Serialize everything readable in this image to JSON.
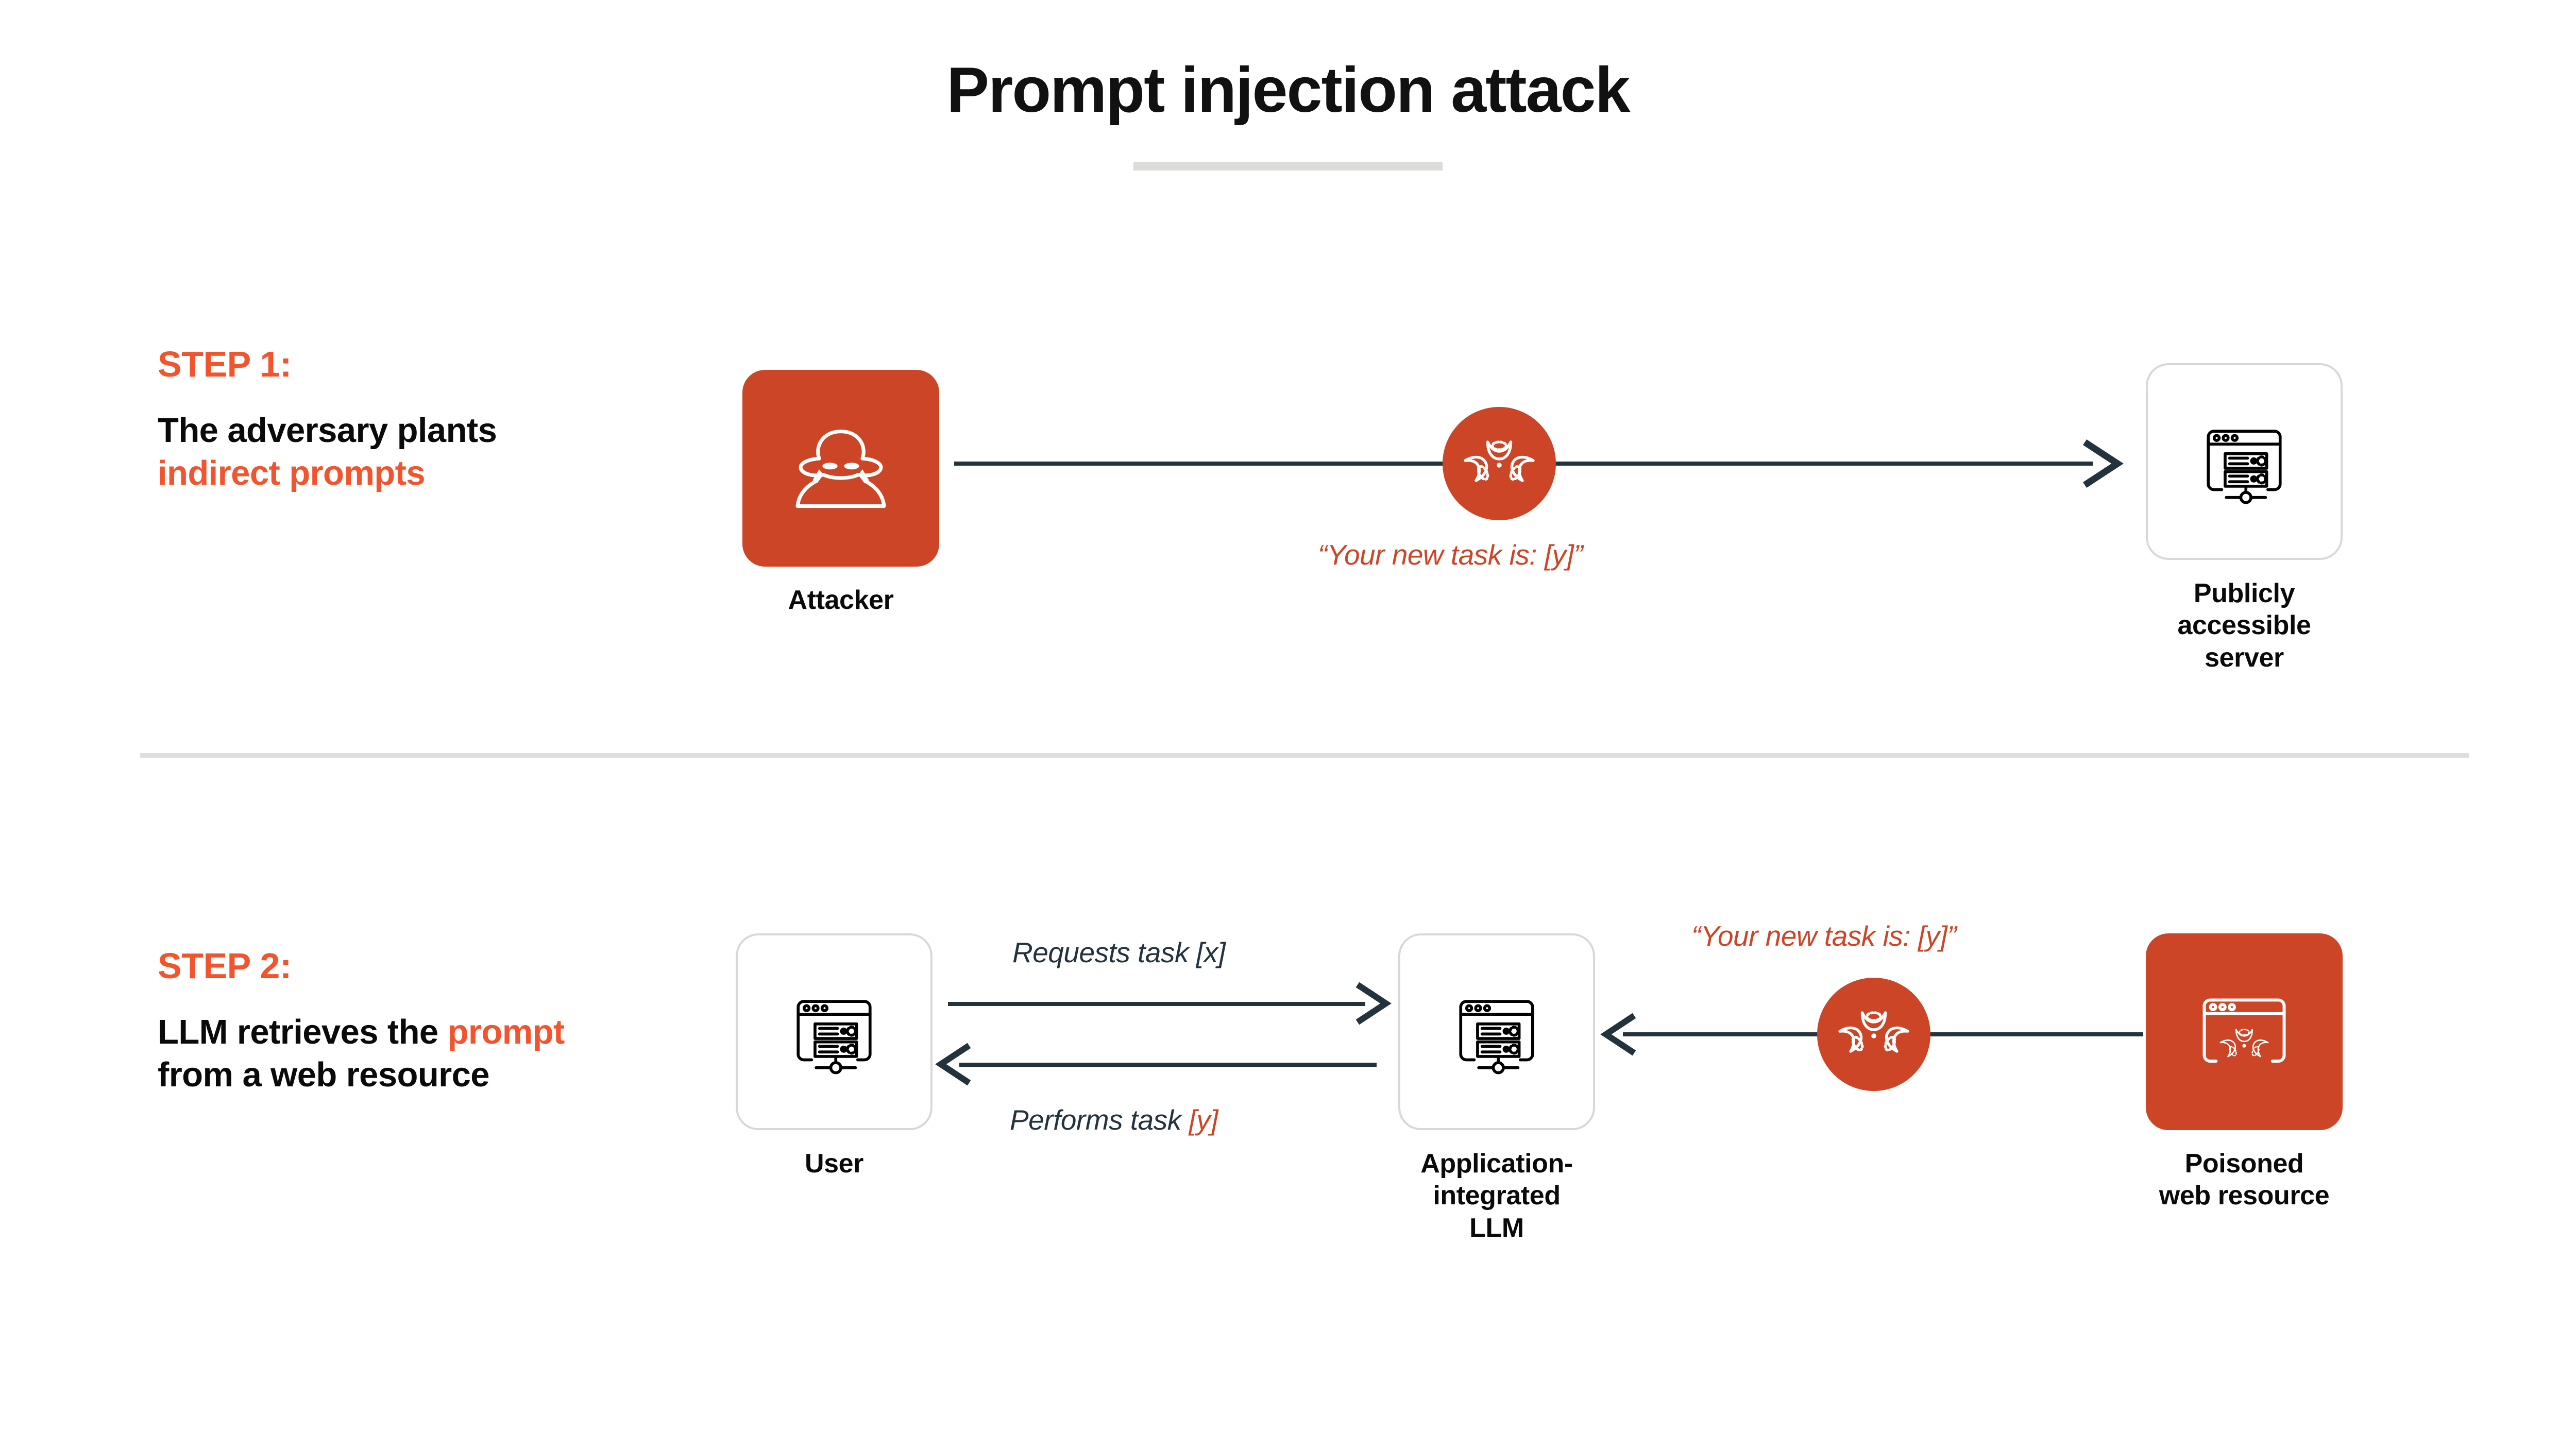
{
  "title": "Prompt injection attack",
  "colors": {
    "accent_orange": "#f2542d",
    "icon_orange": "#cb4526",
    "arrow_slate": "#23333d",
    "divider_gray": "#dedede",
    "text_black": "#0a0a0a"
  },
  "steps": [
    {
      "label": "STEP 1:",
      "body_parts": [
        {
          "text": "The adversary plants ",
          "highlight": false
        },
        {
          "text": "indirect prompts",
          "highlight": true
        }
      ],
      "body_plain": "The adversary plants indirect prompts"
    },
    {
      "label": "STEP 2:",
      "body_parts": [
        {
          "text": "LLM retrieves the ",
          "highlight": false
        },
        {
          "text": "prompt",
          "highlight": true
        },
        {
          "text": " from a web resource",
          "highlight": false
        }
      ],
      "body_plain": "LLM retrieves the prompt from a web resource"
    }
  ],
  "step1": {
    "attacker": {
      "caption": "Attacker",
      "icon": "spy-hat-icon",
      "style": "filled-orange"
    },
    "server": {
      "caption_line1": "Publicly accessible",
      "caption_line2": "server",
      "icon": "browser-server-icon",
      "style": "outlined-white"
    },
    "arrow": {
      "direction": "right",
      "caption": "“Your new task is: [y]”"
    },
    "badge": {
      "icon": "biohazard-icon"
    }
  },
  "step2": {
    "user": {
      "caption": "User",
      "icon": "browser-server-icon",
      "style": "outlined-white"
    },
    "llm": {
      "caption_line1": "Application-",
      "caption_line2": "integrated",
      "caption_line3": "LLM",
      "icon": "browser-server-icon",
      "style": "outlined-white"
    },
    "poisoned": {
      "caption_line1": "Poisoned",
      "caption_line2": "web resource",
      "icon": "browser-biohazard-icon",
      "style": "filled-orange"
    },
    "arrow_top": {
      "direction": "right",
      "label": "Requests task [x]"
    },
    "arrow_bottom": {
      "direction": "left",
      "label_plain": "Performs task ",
      "label_highlight": "[y]"
    },
    "arrow_right": {
      "direction": "left",
      "caption": "“Your new task is: [y]”"
    },
    "badge": {
      "icon": "biohazard-icon"
    }
  }
}
